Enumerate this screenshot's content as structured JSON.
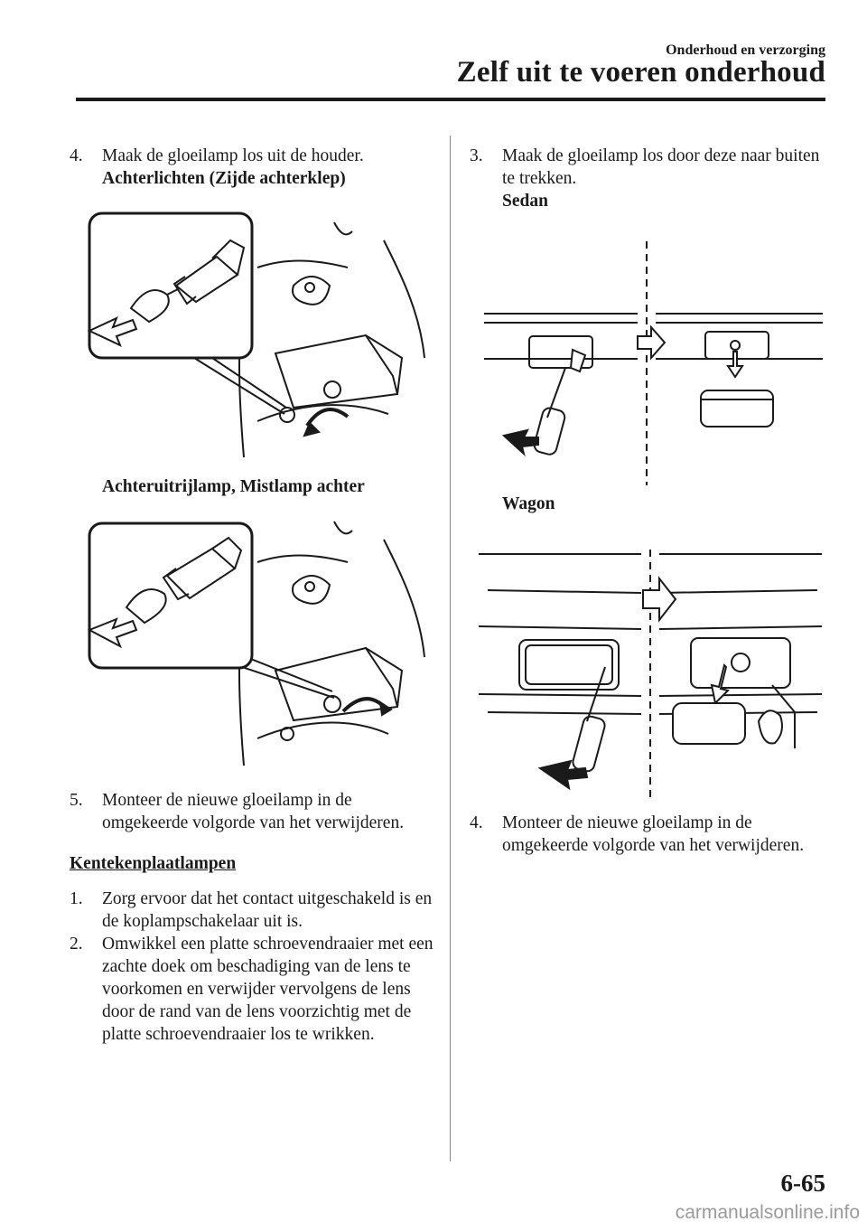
{
  "header": {
    "section": "Onderhoud en verzorging",
    "title": "Zelf uit te voeren onderhoud"
  },
  "left_column": {
    "step4": {
      "num": "4.",
      "text": "Maak de gloeilamp los uit de houder."
    },
    "caption_rear_side": "Achterlichten (Zijde achterklep)",
    "caption_reverse_fog": "Achteruitrijlamp, Mistlamp achter",
    "step5": {
      "num": "5.",
      "text": "Monteer de nieuwe gloeilamp in de omgekeerde volgorde van het verwijderen."
    },
    "section_heading": "Kentekenplaatlampen",
    "step1": {
      "num": "1.",
      "text": "Zorg ervoor dat het contact uitgeschakeld is en de koplampschakelaar uit is."
    },
    "step2": {
      "num": "2.",
      "text": "Omwikkel een platte schroevendraaier met een zachte doek om beschadiging van de lens te voorkomen en verwijder vervolgens de lens door de rand van de lens voorzichtig met de platte schroevendraaier los te wrikken."
    }
  },
  "right_column": {
    "step3": {
      "num": "3.",
      "text": "Maak de gloeilamp los door deze naar buiten te trekken."
    },
    "caption_sedan": "Sedan",
    "caption_wagon": "Wagon",
    "step4": {
      "num": "4.",
      "text": "Monteer de nieuwe gloeilamp in de omgekeerde volgorde van het verwijderen."
    }
  },
  "footer": {
    "page_number": "6-65",
    "watermark": "carmanualsonline.info"
  }
}
